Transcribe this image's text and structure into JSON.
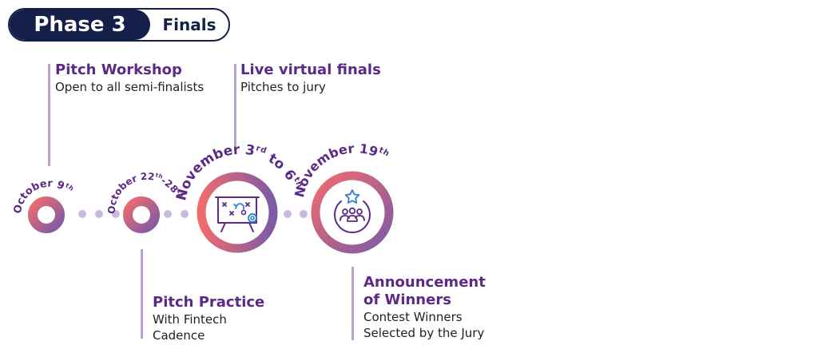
{
  "header": {
    "phase_label": "Phase 3",
    "phase_name": "Finals"
  },
  "colors": {
    "navy": "#15204a",
    "title_purple": "#5b2a86",
    "ring_start": "#f06b6e",
    "ring_end": "#7d5aa6",
    "connector": "#b9a3cf",
    "icon_blue": "#2f7fd1"
  },
  "milestones": [
    {
      "date": "October 9",
      "suffix": "th"
    },
    {
      "date": "October 22",
      "suffix": "th",
      "date2": "-28",
      "suffix2": "th"
    },
    {
      "date": "November 3",
      "suffix": "rd",
      "date2": " to 6",
      "suffix2": "th",
      "icon": "strategy-board-icon"
    },
    {
      "date": "November 19",
      "suffix": "th",
      "icon": "team-star-icon"
    }
  ],
  "events": {
    "pitch_workshop": {
      "title": "Pitch Workshop",
      "lines": [
        "Open to all semi-finalists"
      ]
    },
    "live_finals": {
      "title": "Live virtual finals",
      "lines": [
        "Pitches to jury"
      ]
    },
    "pitch_practice": {
      "title": "Pitch Practice",
      "lines": [
        "With Fintech",
        "Cadence"
      ]
    },
    "announcement": {
      "title_lines": [
        "Announcement",
        "of Winners"
      ],
      "lines": [
        "Contest Winners",
        "Selected by the Jury"
      ]
    }
  }
}
